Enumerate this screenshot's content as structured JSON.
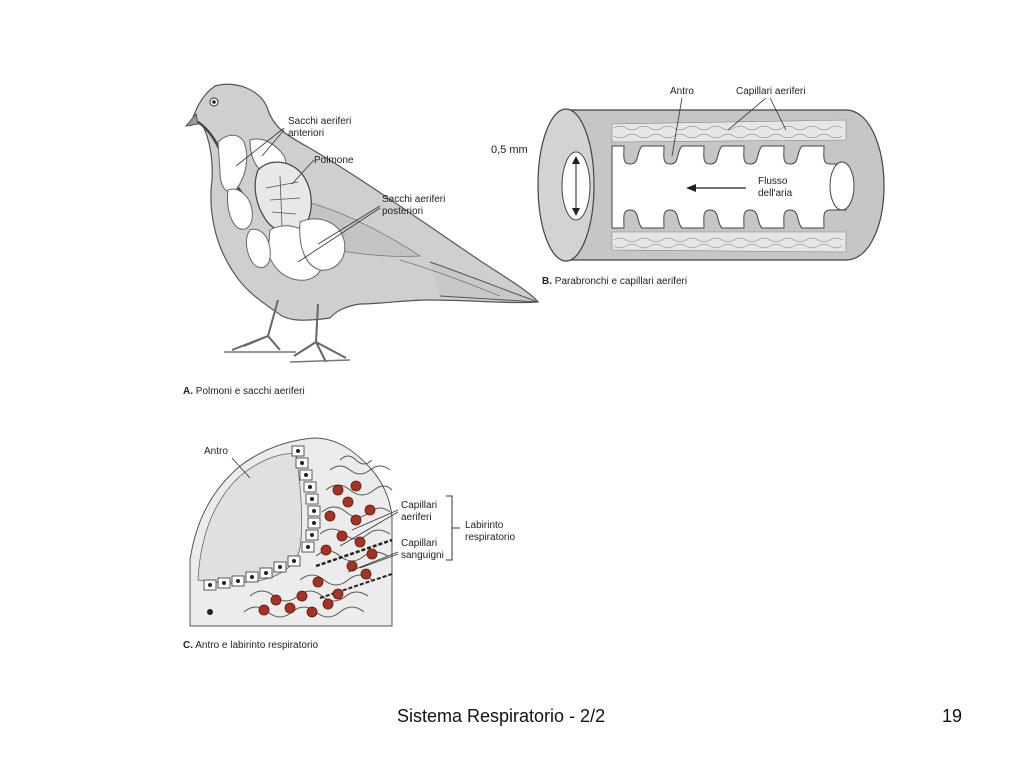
{
  "figure_a": {
    "label_sacchi_anteriori": [
      "Sacchi aeriferi",
      "anteriori"
    ],
    "label_polmone": "Polmone",
    "label_sacchi_posteriori": [
      "Sacchi aeriferi",
      "posteriori"
    ],
    "caption_letter": "A.",
    "caption_text": "Polmoni e sacchi aeriferi"
  },
  "figure_b": {
    "label_antro": "Antro",
    "label_capillari": "Capillari aeriferi",
    "label_dimension": "0,5 mm",
    "label_flusso": [
      "Flusso",
      "dell'aria"
    ],
    "caption_letter": "B.",
    "caption_text": "Parabronchi e capillari aeriferi"
  },
  "figure_c": {
    "label_antro": "Antro",
    "label_capillari_aeriferi": [
      "Capillari",
      "aeriferi"
    ],
    "label_capillari_sanguigni": [
      "Capillari",
      "sanguigni"
    ],
    "label_labirinto": [
      "Labirinto",
      "respiratorio"
    ],
    "caption_letter": "C.",
    "caption_text": "Antro e labirinto respiratorio"
  },
  "footer": {
    "title": "Sistema Respiratorio - 2/2",
    "page_number": "19"
  }
}
